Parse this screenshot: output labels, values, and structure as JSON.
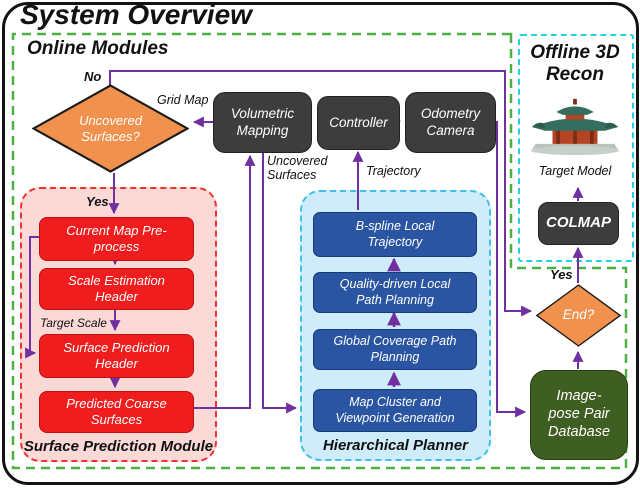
{
  "title": "System Overview",
  "regions": {
    "online": {
      "label": "Online Modules"
    },
    "offline": {
      "label": "Offline 3D\nRecon"
    },
    "surface_prediction_module": {
      "label": "Surface Prediction Module"
    },
    "hierarchical_planner": {
      "label": "Hierarchical Planner"
    }
  },
  "nodes": {
    "uncovered_surfaces_decision": {
      "label": "Uncovered\nSurfaces?"
    },
    "volumetric_mapping": {
      "label": "Volumetric\nMapping"
    },
    "controller": {
      "label": "Controller"
    },
    "odometry_camera": {
      "label": "Odometry\nCamera"
    },
    "current_map_preprocess": {
      "label": "Current Map Pre-\nprocess"
    },
    "scale_estimation_header": {
      "label": "Scale Estimation\nHeader"
    },
    "surface_prediction_header": {
      "label": "Surface Prediction\nHeader"
    },
    "predicted_coarse_surfaces": {
      "label": "Predicted Coarse\nSurfaces"
    },
    "bspline_local_trajectory": {
      "label": "B-spline Local\nTrajectory"
    },
    "quality_driven_local_path_planning": {
      "label": "Quality-driven Local\nPath Planning"
    },
    "global_coverage_path_planning": {
      "label": "Global Coverage Path\nPlanning"
    },
    "map_cluster_viewpoint_generation": {
      "label": "Map Cluster and\nViewpoint Generation"
    },
    "colmap": {
      "label": "COLMAP"
    },
    "end_decision": {
      "label": "End?"
    },
    "image_pose_pair_database": {
      "label": "Image-\npose Pair\nDatabase"
    }
  },
  "edge_labels": {
    "no": "No",
    "yes_surfaces": "Yes",
    "yes_end": "Yes",
    "grid_map": "Grid Map",
    "uncovered_surfaces": "Uncovered\nSurfaces",
    "trajectory": "Trajectory",
    "target_scale": "Target Scale",
    "target_model": "Target Model"
  },
  "colors": {
    "arrow": "#7030a0",
    "online_border": "#4db043",
    "offline_border": "#23d2e2",
    "surface_module_bg": "#fbd9d7",
    "surface_module_border": "#f43131",
    "planner_bg": "#cfecfa",
    "planner_border": "#3fc0e8",
    "process_dark": "#3d3d3d",
    "process_red": "#ef1d1d",
    "process_blue": "#2a55a2",
    "database_green": "#3f5e21",
    "decision_orange": "#f0914d"
  }
}
